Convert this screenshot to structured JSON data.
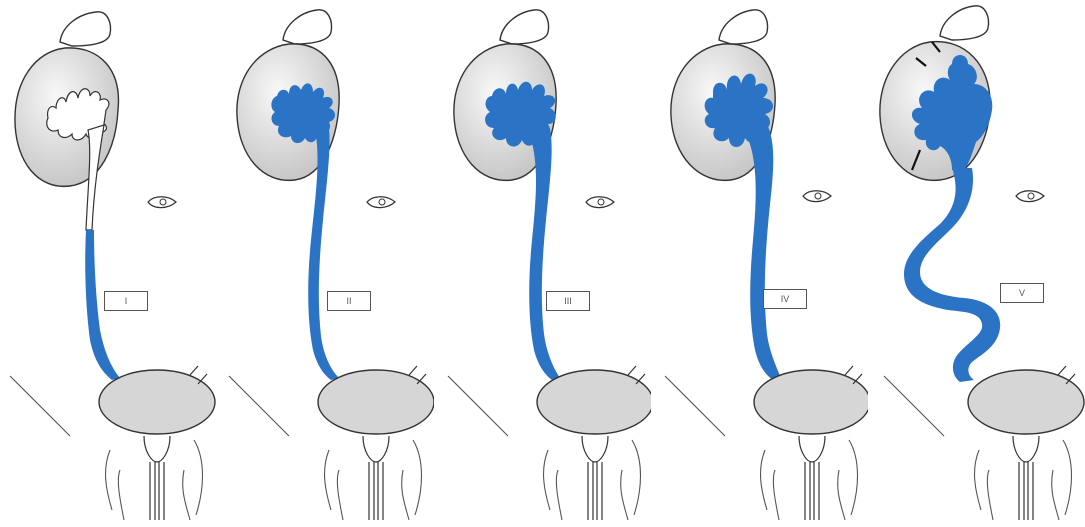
{
  "figure": {
    "colors": {
      "contrast": "#2b73c4",
      "outline": "#333333",
      "organ_fill_light": "#f6f6f6",
      "organ_fill_dark": "#c9c9c9",
      "background": "#ffffff"
    },
    "panels": [
      {
        "grade_label": "I"
      },
      {
        "grade_label": "II"
      },
      {
        "grade_label": "III"
      },
      {
        "grade_label": "IV"
      },
      {
        "grade_label": "V"
      }
    ]
  }
}
